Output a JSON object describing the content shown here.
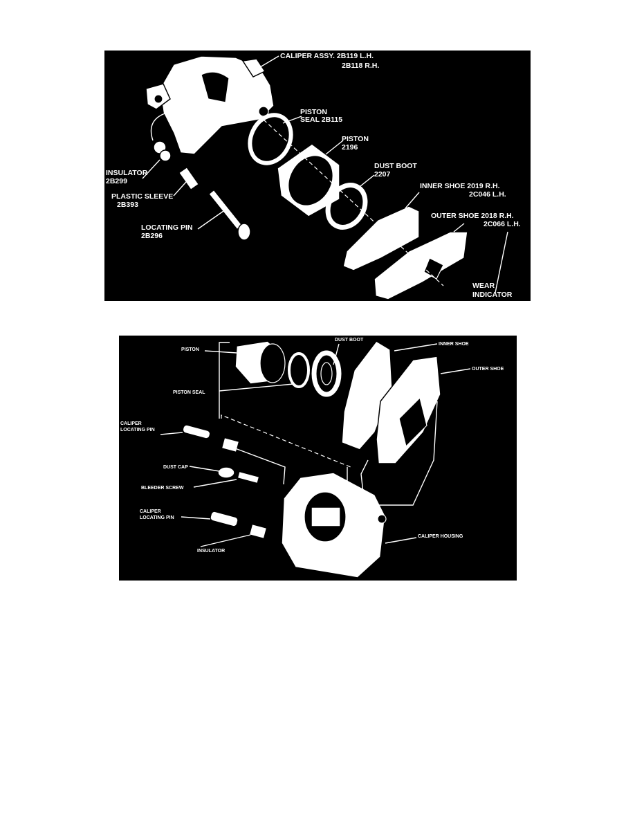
{
  "figure1": {
    "labels": {
      "caliper_1": "CALIPER ASSY. 2B119 L.H.",
      "caliper_2": "2B118 R.H.",
      "piston_seal_1": "PISTON",
      "piston_seal_2": "SEAL 2B115",
      "piston_1": "PISTON",
      "piston_2": "2196",
      "dust_boot_1": "DUST BOOT",
      "dust_boot_2": "2207",
      "inner_shoe_1": "INNER SHOE 2019 R.H.",
      "inner_shoe_2": "2C046 L.H.",
      "outer_shoe_1": "OUTER SHOE 2018 R.H.",
      "outer_shoe_2": "2C066 L.H.",
      "insulator_1": "INSULATOR",
      "insulator_2": "2B299",
      "sleeve_1": "PLASTIC SLEEVE",
      "sleeve_2": "2B393",
      "locating_pin_1": "LOCATING PIN",
      "locating_pin_2": "2B296",
      "wear_1": "WEAR",
      "wear_2": "INDICATOR"
    }
  },
  "figure2": {
    "labels": {
      "piston": "PISTON",
      "dust_boot": "DUST BOOT",
      "inner_shoe": "INNER SHOE",
      "outer_shoe": "OUTER SHOE",
      "piston_seal": "PISTON SEAL",
      "caliper_pin_top_1": "CALIPER",
      "caliper_pin_top_2": "LOCATING PIN",
      "dust_cap": "DUST CAP",
      "bleeder_screw": "BLEEDER SCREW",
      "caliper_pin_bottom_1": "CALIPER",
      "caliper_pin_bottom_2": "LOCATING PIN",
      "insulator": "INSULATOR",
      "caliper_housing": "CALIPER HOUSING"
    }
  }
}
